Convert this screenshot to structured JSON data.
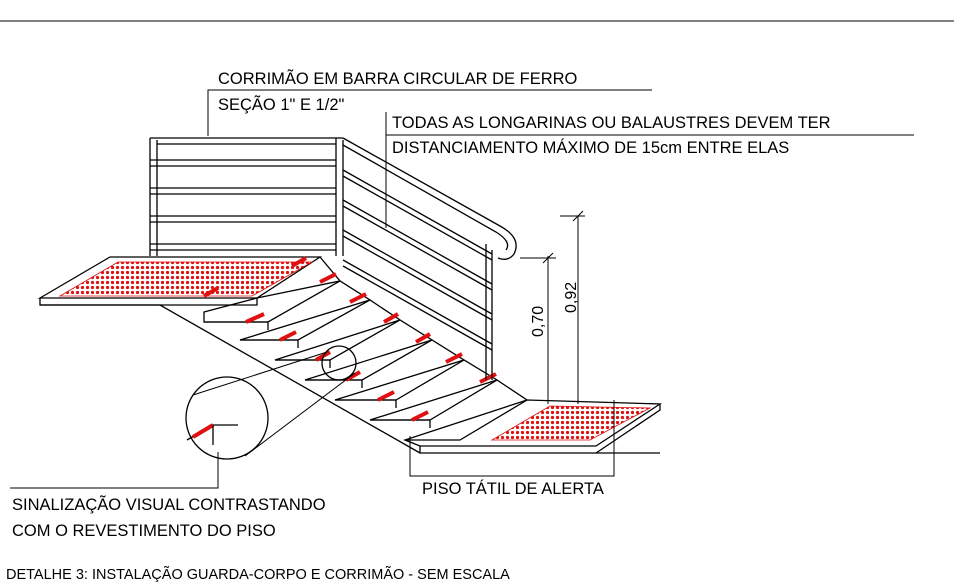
{
  "labels": {
    "handrail_line1": "CORRIMÃO EM BARRA CIRCULAR DE FERRO",
    "handrail_line2": "SEÇÃO 1\" E 1/2\"",
    "spacing_line1": "TODAS AS LONGARINAS OU BALAUSTRES DEVEM TER",
    "spacing_line2": "DISTANCIAMENTO MÁXIMO DE 15cm ENTRE ELAS",
    "tactile_floor": "PISO TÁTIL DE ALERTA",
    "visual_signal_line1": "SINALIZAÇÃO VISUAL CONTRASTANDO",
    "visual_signal_line2": "COM O REVESTIMENTO DO PISO"
  },
  "dimensions": {
    "lower_rail_height": "0,70",
    "upper_rail_height": "0,92"
  },
  "caption": "DETALHE 3: INSTALAÇÃO GUARDA-CORPO E CORRIMÃO - SEM ESCALA",
  "colors": {
    "stair_edge_marking": "#e01010",
    "tactile_pattern": "#e01010",
    "linework": "#000000"
  }
}
